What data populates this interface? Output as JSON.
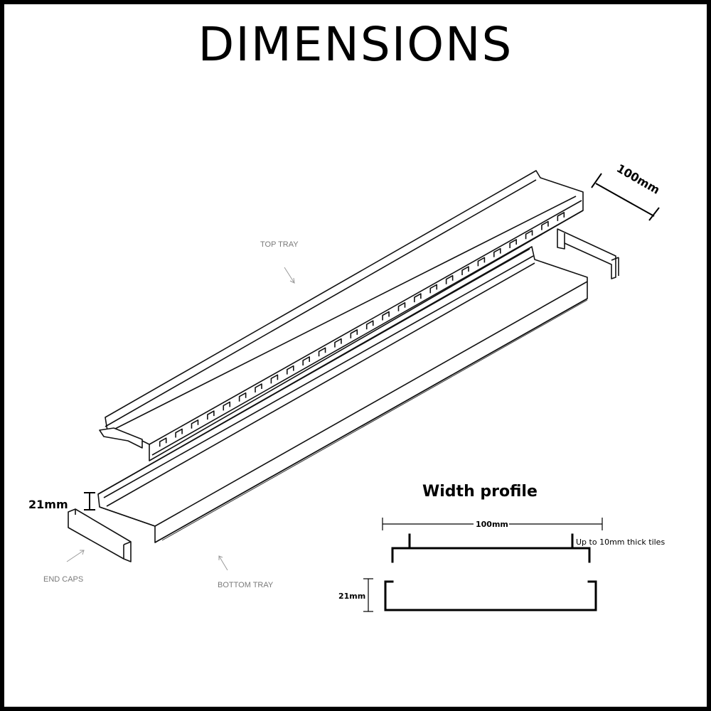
{
  "title": "DIMENSIONS",
  "labels": {
    "top_tray": "TOP TRAY",
    "bottom_tray": "BOTTOM TRAY",
    "end_caps": "END CAPS",
    "width_iso": "100mm",
    "height_iso": "21mm"
  },
  "width_profile": {
    "heading": "Width profile",
    "width": "100mm",
    "tile_note": "Up to 10mm thick tiles",
    "height": "21mm"
  },
  "colors": {
    "frame": "#000000",
    "background": "#ffffff",
    "line": "#111111",
    "label_grey": "#7a7a7a"
  }
}
